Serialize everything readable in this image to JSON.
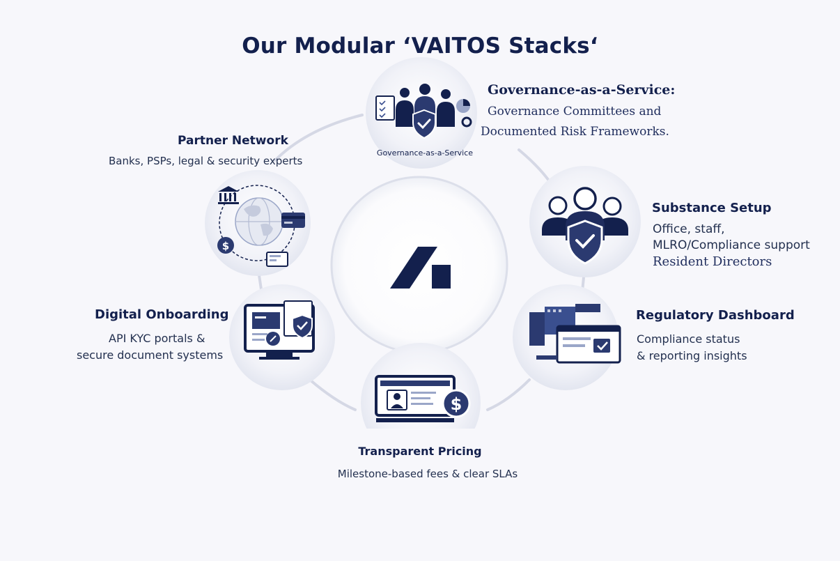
{
  "title": "Our Modular ‘VAITOS Stacks‘",
  "colors": {
    "navy": "#13204d",
    "accent": "#3a4f8f",
    "background": "#f7f7fb",
    "circle_fill": "#edeef5",
    "ring": "#d5d8e5"
  },
  "center": {
    "logo": "vaitos-logo-mark"
  },
  "stacks": {
    "governance": {
      "heading": "Governance-as-a-Service:",
      "lines": [
        "Governance Committees and",
        "Documented Risk Frameworks."
      ],
      "icon_caption": "Governance-as-a-Service",
      "icon": "people-shield-icon"
    },
    "partner": {
      "heading": "Partner Network",
      "lines": [
        "Banks, PSPs, legal & security experts"
      ],
      "icon": "globe-network-icon"
    },
    "substance": {
      "heading": "Substance Setup",
      "lines": [
        "Office, staff,",
        "MLRO/Compliance support",
        "Resident Directors"
      ],
      "icon": "team-shield-icon"
    },
    "onboarding": {
      "heading": "Digital Onboarding",
      "lines": [
        "API KYC portals &",
        "secure document systems"
      ],
      "icon": "monitor-shield-icon"
    },
    "regulatory": {
      "heading": "Regulatory Dashboard",
      "lines": [
        "Compliance status",
        "& reporting insights"
      ],
      "icon": "dashboard-building-icon"
    },
    "pricing": {
      "heading": "Transparent Pricing",
      "lines": [
        "Milestone-based fees & clear SLAs"
      ],
      "icon": "invoice-dollar-icon"
    }
  }
}
